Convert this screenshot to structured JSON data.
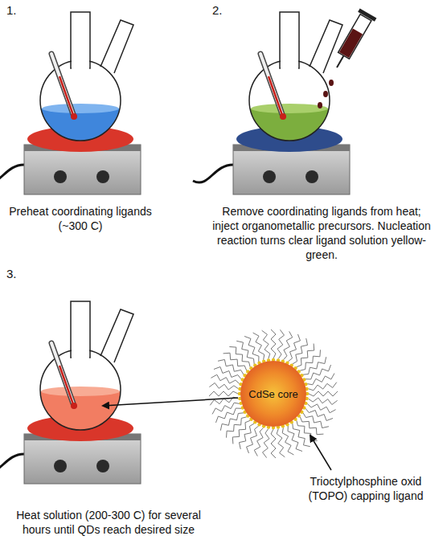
{
  "diagram": {
    "nodes": [
      {
        "text": [
          "CdSe core"
        ]
      }
    ],
    "labels": [
      "1.",
      "Preheat coordinating ligands (~300 C)",
      "2.",
      "Remove coordinating ligands from heat; inject organometallic precursors. Nucleation reaction turns clear ligand solution yellow-green.",
      "3.",
      "Heat solution (200-300 C) for several hours until QDs reach desired size",
      "Trioctylphosphine oxid (TOPO) capping ligand"
    ]
  }
}
